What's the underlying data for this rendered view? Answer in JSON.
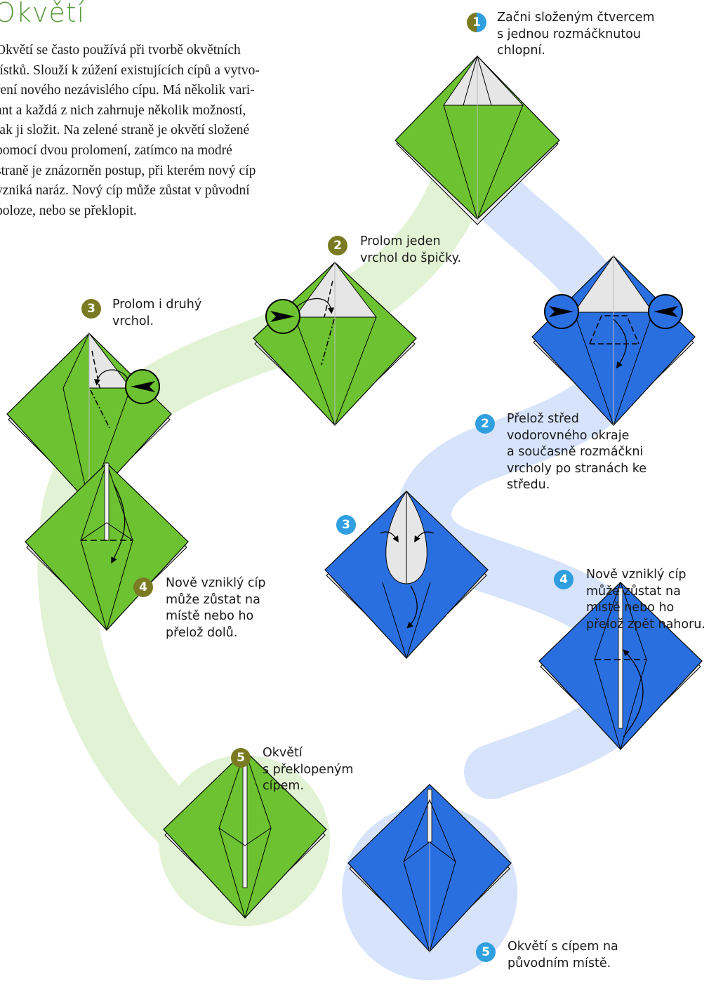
{
  "title": "Okvětí",
  "intro": [
    "Okvětí se často používá při tvorbě okvětních",
    "lístků. Slouží k zúžení existujících cípů a vytvo-",
    "ření nového nezávislého cípu. Má několik vari-",
    "ant a každá z nich zahrnuje několik možností,",
    "jak ji složit. Na zelené straně je okvětí složené",
    "pomocí dvou prolomení, zatímco na modré",
    "straně je znázorněn postup, při kterém nový cíp",
    "vzniká naráz. Nový cíp může zůstat v původní",
    "poloze, nebo se překlopit."
  ],
  "colors": {
    "green": "#6cc230",
    "blue": "#2a6fe0",
    "green_path": "#e2f2d4",
    "blue_path": "#d6e3fb",
    "olive": "#7a7a22",
    "cyan": "#2f9fe0"
  },
  "steps": {
    "s1": {
      "num": "1",
      "lines": [
        "Začni složeným čtvercem",
        "s jednou rozmáčknutou",
        "chlopní."
      ]
    },
    "g2": {
      "num": "2",
      "lines": [
        "Prolom jeden",
        "vrchol do špičky."
      ]
    },
    "g3": {
      "num": "3",
      "lines": [
        "Prolom i druhý",
        "vrchol."
      ]
    },
    "g4": {
      "num": "4",
      "lines": [
        "Nově vzniklý cíp",
        "může zůstat na",
        "místě nebo ho",
        "přelož dolů."
      ]
    },
    "g5": {
      "num": "5",
      "lines": [
        "Okvětí",
        "s překlopeným",
        "cípem."
      ]
    },
    "b2": {
      "num": "2",
      "lines": [
        "Přelož střed",
        "vodorovného okraje",
        "a současně rozmáčkni",
        "vrcholy po stranách ke",
        "středu."
      ]
    },
    "b3": {
      "num": "3",
      "lines": []
    },
    "b4": {
      "num": "4",
      "lines": [
        "Nově vzniklý cíp",
        "může zůstat na",
        "místě nebo ho",
        "přelož zpět nahoru."
      ]
    },
    "b5": {
      "num": "5",
      "lines": [
        "Okvětí s cípem na",
        "původním místě."
      ]
    }
  }
}
